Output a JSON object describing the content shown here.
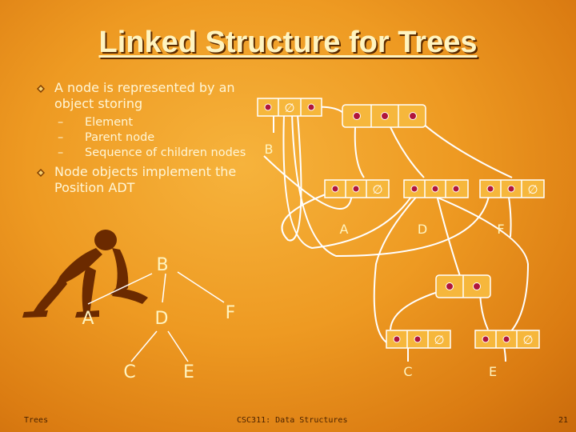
{
  "slide": {
    "title": "Linked Structure for Trees",
    "bullets": [
      {
        "text": "A node is represented by an object storing",
        "subitems": [
          "Element",
          "Parent node",
          "Sequence of children nodes"
        ]
      },
      {
        "text": "Node objects implement the Position ADT"
      }
    ],
    "footer": {
      "left": "Trees",
      "center": "CSC311: Data Structures",
      "page": "21"
    }
  },
  "tree": {
    "root": "B",
    "level1": [
      "A",
      "D",
      "F"
    ],
    "level2": [
      "C",
      "E"
    ]
  },
  "linked": {
    "root_label": "B",
    "level1_labels": [
      "A",
      "D",
      "F"
    ],
    "level2_labels": [
      "C",
      "E"
    ],
    "null_symbol": "∅"
  },
  "colors": {
    "accent_text": "#fff4c0",
    "node_box_fill": "#f6b73c",
    "node_box_stroke": "#ffffff",
    "pointer_dot": "#b0153c",
    "link_line": "#ffffff"
  },
  "icons": [
    "bullet-diamond-icon",
    "sprinter-clipart-icon",
    "null-pointer-icon"
  ]
}
